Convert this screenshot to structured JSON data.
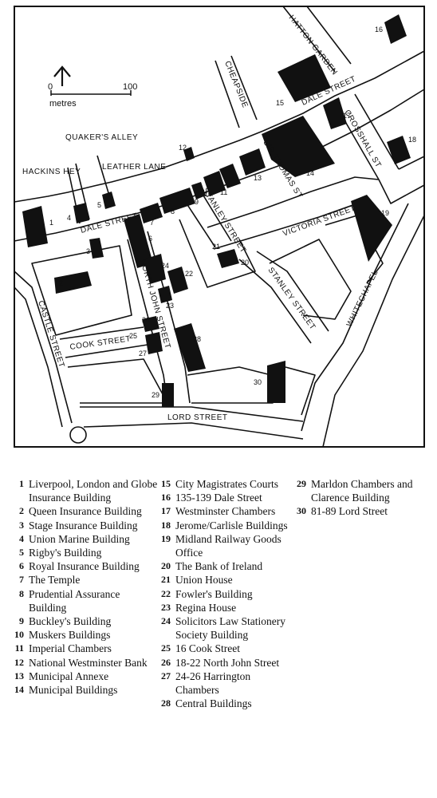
{
  "map": {
    "scale": {
      "zero": "0",
      "max": "100",
      "unit": "metres"
    },
    "streets": {
      "hatton_garden": "HATTON GARDEN",
      "cheapside": "CHEAPSIDE",
      "dale_street_east": "DALE STREET",
      "dale_street_west": "DALE STREET",
      "crosshall_st": "CROSSHALL ST",
      "quakers_alley": "QUAKER'S ALLEY",
      "leather_lane": "LEATHER LANE",
      "hackins_hey": "HACKINS HEY",
      "sir_thomas_st": "SIR THOMAS ST",
      "stanley_street_north": "STANLEY STREET",
      "victoria_street": "VICTORIA STREET",
      "stanley_street_south": "STANLEY STREET",
      "whitechapel": "WHITECHAPEL",
      "north_john_street": "NORTH JOHN STREET",
      "castle_street": "CASTLE STREET",
      "cook_street": "COOK STREET",
      "lord_street": "LORD STREET"
    },
    "building_numbers": [
      "1",
      "2",
      "3",
      "4",
      "5",
      "6",
      "7",
      "8",
      "9",
      "10",
      "11",
      "12",
      "13",
      "14",
      "15",
      "16",
      "17",
      "18",
      "19",
      "20",
      "21",
      "22",
      "23",
      "24",
      "25",
      "26",
      "27",
      "28",
      "29",
      "30"
    ]
  },
  "legend": {
    "col1": [
      {
        "num": "1",
        "text": "Liverpool, London and Globe Insurance Building"
      },
      {
        "num": "2",
        "text": "Queen Insurance Building"
      },
      {
        "num": "3",
        "text": "Stage Insurance Building"
      },
      {
        "num": "4",
        "text": "Union Marine Building"
      },
      {
        "num": "5",
        "text": "Rigby's Building"
      },
      {
        "num": "6",
        "text": "Royal Insurance Building"
      },
      {
        "num": "7",
        "text": "The Temple"
      },
      {
        "num": "8",
        "text": "Prudential Assurance Building"
      },
      {
        "num": "9",
        "text": "Buckley's Building"
      },
      {
        "num": "10",
        "text": "Muskers Buildings"
      },
      {
        "num": "11",
        "text": "Imperial Chambers"
      },
      {
        "num": "12",
        "text": "National Westminster Bank"
      },
      {
        "num": "13",
        "text": "Municipal Annexe"
      },
      {
        "num": "14",
        "text": "Municipal Buildings"
      }
    ],
    "col2": [
      {
        "num": "15",
        "text": "City Magistrates Courts"
      },
      {
        "num": "16",
        "text": "135-139 Dale Street"
      },
      {
        "num": "17",
        "text": "Westminster Chambers"
      },
      {
        "num": "18",
        "text": "Jerome/Carlisle Buildings"
      },
      {
        "num": "19",
        "text": "Midland Railway Goods Office"
      },
      {
        "num": "20",
        "text": "The Bank of Ireland"
      },
      {
        "num": "21",
        "text": "Union House"
      },
      {
        "num": "22",
        "text": "Fowler's Building"
      },
      {
        "num": "23",
        "text": "Regina House"
      },
      {
        "num": "24",
        "text": "Solicitors Law Stationery Society Building"
      },
      {
        "num": "25",
        "text": "16 Cook Street"
      },
      {
        "num": "26",
        "text": "18-22 North John Street"
      },
      {
        "num": "27",
        "text": "24-26 Harrington Chambers"
      },
      {
        "num": "28",
        "text": "Central Buildings"
      }
    ],
    "col3": [
      {
        "num": "29",
        "text": "Marldon Chambers and Clarence Building"
      },
      {
        "num": "30",
        "text": "81-89 Lord Street"
      }
    ]
  }
}
